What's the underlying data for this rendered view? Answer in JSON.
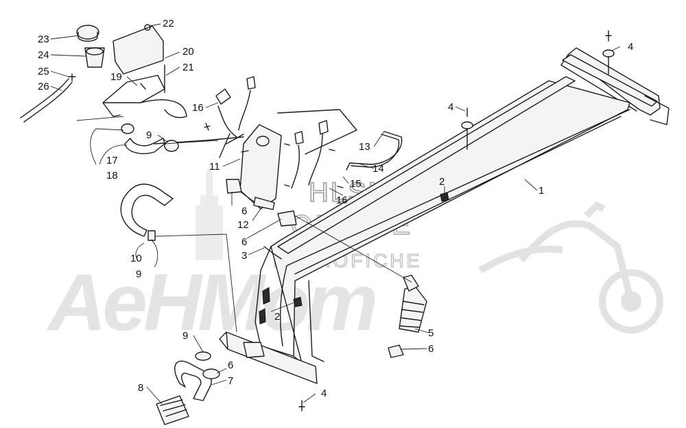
{
  "watermark": {
    "brand": "AeHMom",
    "line1": "HLSM",
    "line2": "ONLINE",
    "line3": "MICROFICHE"
  },
  "callouts": [
    {
      "id": "c23",
      "label": "23"
    },
    {
      "id": "c24",
      "label": "24"
    },
    {
      "id": "c25",
      "label": "25"
    },
    {
      "id": "c26",
      "label": "26"
    },
    {
      "id": "c22",
      "label": "22"
    },
    {
      "id": "c20",
      "label": "20"
    },
    {
      "id": "c21",
      "label": "21"
    },
    {
      "id": "c19",
      "label": "19"
    },
    {
      "id": "c16a",
      "label": "16"
    },
    {
      "id": "c9a",
      "label": "9"
    },
    {
      "id": "c17",
      "label": "17"
    },
    {
      "id": "c18",
      "label": "18"
    },
    {
      "id": "c11",
      "label": "11"
    },
    {
      "id": "c13",
      "label": "13"
    },
    {
      "id": "c14",
      "label": "14"
    },
    {
      "id": "c15",
      "label": "15"
    },
    {
      "id": "c16b",
      "label": "16"
    },
    {
      "id": "c4a",
      "label": "4"
    },
    {
      "id": "c4b",
      "label": "4"
    },
    {
      "id": "c1",
      "label": "1"
    },
    {
      "id": "c2a",
      "label": "2"
    },
    {
      "id": "c6a",
      "label": "6"
    },
    {
      "id": "c12",
      "label": "12"
    },
    {
      "id": "c6b",
      "label": "6"
    },
    {
      "id": "c3",
      "label": "3"
    },
    {
      "id": "c10",
      "label": "10"
    },
    {
      "id": "c9b",
      "label": "9"
    },
    {
      "id": "c2b",
      "label": "2"
    },
    {
      "id": "c5",
      "label": "5"
    },
    {
      "id": "c6c",
      "label": "6"
    },
    {
      "id": "c9c",
      "label": "9"
    },
    {
      "id": "c6d",
      "label": "6"
    },
    {
      "id": "c7",
      "label": "7"
    },
    {
      "id": "c8",
      "label": "8"
    },
    {
      "id": "c4c",
      "label": "4"
    }
  ]
}
